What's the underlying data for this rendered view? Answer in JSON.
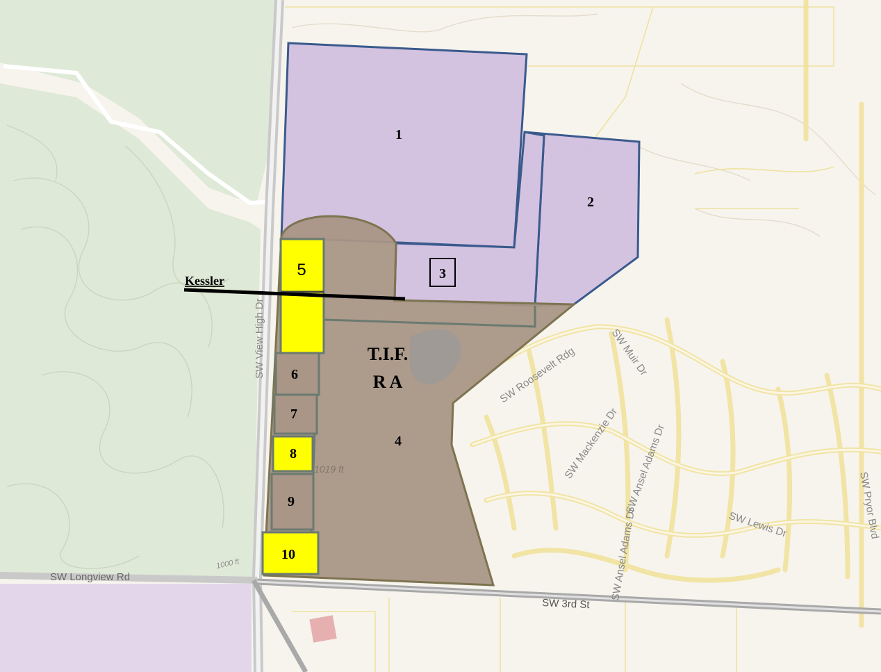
{
  "map": {
    "colors": {
      "park_green": "#dfe9d7",
      "base": "#f7f4ee",
      "parcel_purple": "#d4c2e0",
      "parcel_purple_outline": "#3a5a8c",
      "tif_brown": "#a99686",
      "tif_outline": "#7d7450",
      "highlight_yellow": "#ffff00",
      "road_gray": "#b8b8b8",
      "street_yellow": "#f4e7a6"
    },
    "parcel_labels": {
      "p1": "1",
      "p2": "2",
      "p3": "3",
      "p4": "4",
      "p5": "5",
      "p6": "6",
      "p7": "7",
      "p8": "8",
      "p9": "9",
      "p10": "10"
    },
    "area_label": {
      "line1": "T.I.F.",
      "line2": "R A"
    },
    "kessler_label": "Kessler",
    "elevation_labels": {
      "e1": "1019 ft",
      "e2": "1000 ft"
    },
    "street_labels": {
      "view_high": "SW View High Dr",
      "longview": "SW Longview Rd",
      "third": "SW 3rd St",
      "roosevelt": "SW Roosevelt Rdg",
      "muir": "SW Muir Dr",
      "mackenzie": "SW Mackenzie Dr",
      "ansel_adams_top": "SW Ansel Adams Dr",
      "ansel_adams_bottom": "SW Ansel Adams Dr",
      "lewis": "SW Lewis Dr",
      "pryor": "SW Pryor Blvd"
    }
  }
}
